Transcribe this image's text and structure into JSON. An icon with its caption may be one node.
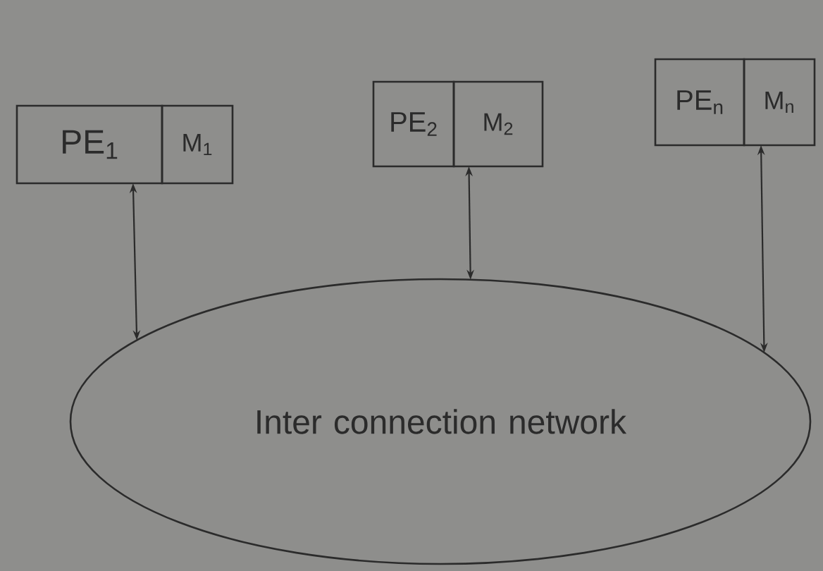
{
  "diagram": {
    "nodes": [
      {
        "text": [
          "PE$_{1}$"
        ]
      },
      {
        "text": [
          "M$_{1}$"
        ]
      },
      {
        "text": [
          "PE$_{2}$"
        ]
      },
      {
        "text": [
          "M$_{2}$"
        ]
      },
      {
        "text": [
          "PE$_{n}$"
        ]
      },
      {
        "text": [
          "M$_{n}$"
        ]
      },
      {
        "text": [
          "Inter connection network"
        ]
      }
    ],
    "edges": [
      {
        "from": 0,
        "to": 6,
        "arrow": "both"
      },
      {
        "from": 3,
        "to": 6,
        "arrow": "both"
      },
      {
        "from": 5,
        "to": 6,
        "arrow": "both"
      }
    ]
  }
}
